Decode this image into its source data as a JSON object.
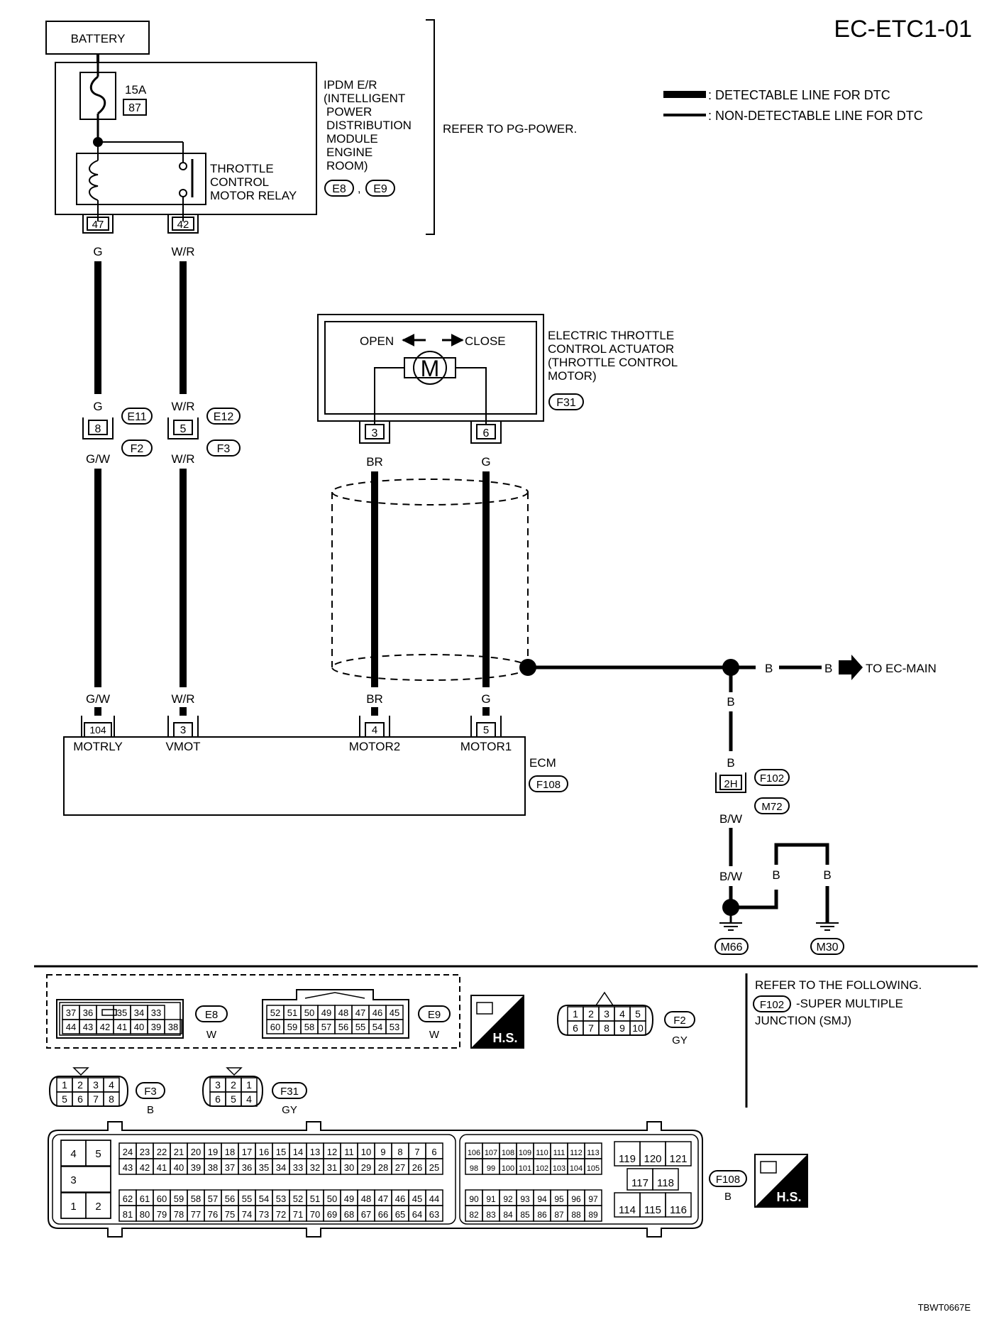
{
  "title": "EC-ETC1-01",
  "footer_code": "TBWT0667E",
  "legend": [
    {
      "label": ": DETECTABLE LINE FOR DTC"
    },
    {
      "label": ": NON-DETECTABLE LINE FOR DTC"
    }
  ],
  "battery": "BATTERY",
  "fuse": {
    "rating": "15A",
    "number": "87"
  },
  "relay_label": [
    "THROTTLE",
    "CONTROL",
    "MOTOR RELAY"
  ],
  "ipdm": {
    "label": [
      "IPDM E/R",
      "(INTELLIGENT",
      "POWER",
      "DISTRIBUTION",
      "MODULE",
      "ENGINE",
      "ROOM)"
    ],
    "connectors": [
      "E8",
      "E9"
    ],
    "separator": ","
  },
  "refer_pg": "REFER TO PG-POWER.",
  "ipdm_pins": [
    "47",
    "42"
  ],
  "wires": {
    "g": "G",
    "wr": "W/R",
    "gw": "G/W",
    "br": "BR",
    "b": "B",
    "bw": "B/W"
  },
  "junction_left": {
    "pin": "8",
    "upper": "E11",
    "lower": "F2"
  },
  "junction_right": {
    "pin": "5",
    "upper": "E12",
    "lower": "F3"
  },
  "actuator": {
    "open": "OPEN",
    "close": "CLOSE",
    "motor": "M",
    "label": [
      "ELECTRIC THROTTLE",
      "CONTROL ACTUATOR",
      "(THROTTLE CONTROL",
      "MOTOR)"
    ],
    "connector": "F31",
    "pins": [
      "3",
      "6"
    ]
  },
  "to_ec_main": "TO EC-MAIN",
  "ecm": {
    "label": "ECM",
    "connector": "F108",
    "pins": [
      {
        "num": "104",
        "name": "MOTRLY"
      },
      {
        "num": "3",
        "name": "VMOT"
      },
      {
        "num": "4",
        "name": "MOTOR2"
      },
      {
        "num": "5",
        "name": "MOTOR1"
      }
    ]
  },
  "ground_path": {
    "connectors": [
      "F102",
      "M72"
    ],
    "pin": "2H",
    "grounds": [
      "M66",
      "M30"
    ]
  },
  "refer_following": {
    "line1": "REFER TO THE FOLLOWING.",
    "connector": "F102",
    "line2": "-SUPER MULTIPLE",
    "line3": "JUNCTION (SMJ)"
  },
  "connector_views": {
    "e8": {
      "id": "E8",
      "color": "W",
      "top": [
        "37",
        "36",
        "",
        "35",
        "34",
        "33"
      ],
      "bottom": [
        "44",
        "43",
        "42",
        "41",
        "40",
        "39",
        "38"
      ]
    },
    "e9": {
      "id": "E9",
      "color": "W",
      "top": [
        "52",
        "51",
        "50",
        "49",
        "48",
        "47",
        "46",
        "45"
      ],
      "bottom": [
        "60",
        "59",
        "58",
        "57",
        "56",
        "55",
        "54",
        "53"
      ]
    },
    "f2": {
      "id": "F2",
      "color": "GY",
      "top": [
        "1",
        "2",
        "3",
        "4",
        "5"
      ],
      "bottom": [
        "6",
        "7",
        "8",
        "9",
        "10"
      ]
    },
    "f3": {
      "id": "F3",
      "color": "B",
      "top": [
        "1",
        "2",
        "3",
        "4"
      ],
      "bottom": [
        "5",
        "6",
        "7",
        "8"
      ]
    },
    "f31": {
      "id": "F31",
      "color": "GY",
      "top": [
        "3",
        "2",
        "1"
      ],
      "bottom": [
        "6",
        "5",
        "4"
      ]
    },
    "f108": {
      "id": "F108",
      "color": "B",
      "small": [
        "4",
        "5",
        "3",
        "1",
        "2"
      ],
      "r1": [
        "24",
        "23",
        "22",
        "21",
        "20",
        "19",
        "18",
        "17",
        "16",
        "15",
        "14",
        "13",
        "12",
        "11",
        "10",
        "9",
        "8",
        "7",
        "6"
      ],
      "r2": [
        "43",
        "42",
        "41",
        "40",
        "39",
        "38",
        "37",
        "36",
        "35",
        "34",
        "33",
        "32",
        "31",
        "30",
        "29",
        "28",
        "27",
        "26",
        "25"
      ],
      "r3": [
        "62",
        "61",
        "60",
        "59",
        "58",
        "57",
        "56",
        "55",
        "54",
        "53",
        "52",
        "51",
        "50",
        "49",
        "48",
        "47",
        "46",
        "45",
        "44"
      ],
      "r4": [
        "81",
        "80",
        "79",
        "78",
        "77",
        "76",
        "75",
        "74",
        "73",
        "72",
        "71",
        "70",
        "69",
        "68",
        "67",
        "66",
        "65",
        "64",
        "63"
      ],
      "m1": [
        "106",
        "107",
        "108",
        "109",
        "110",
        "111",
        "112",
        "113"
      ],
      "m2": [
        "98",
        "99",
        "100",
        "101",
        "102",
        "103",
        "104",
        "105"
      ],
      "m3": [
        "90",
        "91",
        "92",
        "93",
        "94",
        "95",
        "96",
        "97"
      ],
      "m4": [
        "82",
        "83",
        "84",
        "85",
        "86",
        "87",
        "88",
        "89"
      ],
      "r_top": [
        "119",
        "120",
        "121"
      ],
      "r_mid": [
        "117",
        "118"
      ],
      "r_bot": [
        "114",
        "115",
        "116"
      ]
    }
  },
  "hs_label": "H.S."
}
